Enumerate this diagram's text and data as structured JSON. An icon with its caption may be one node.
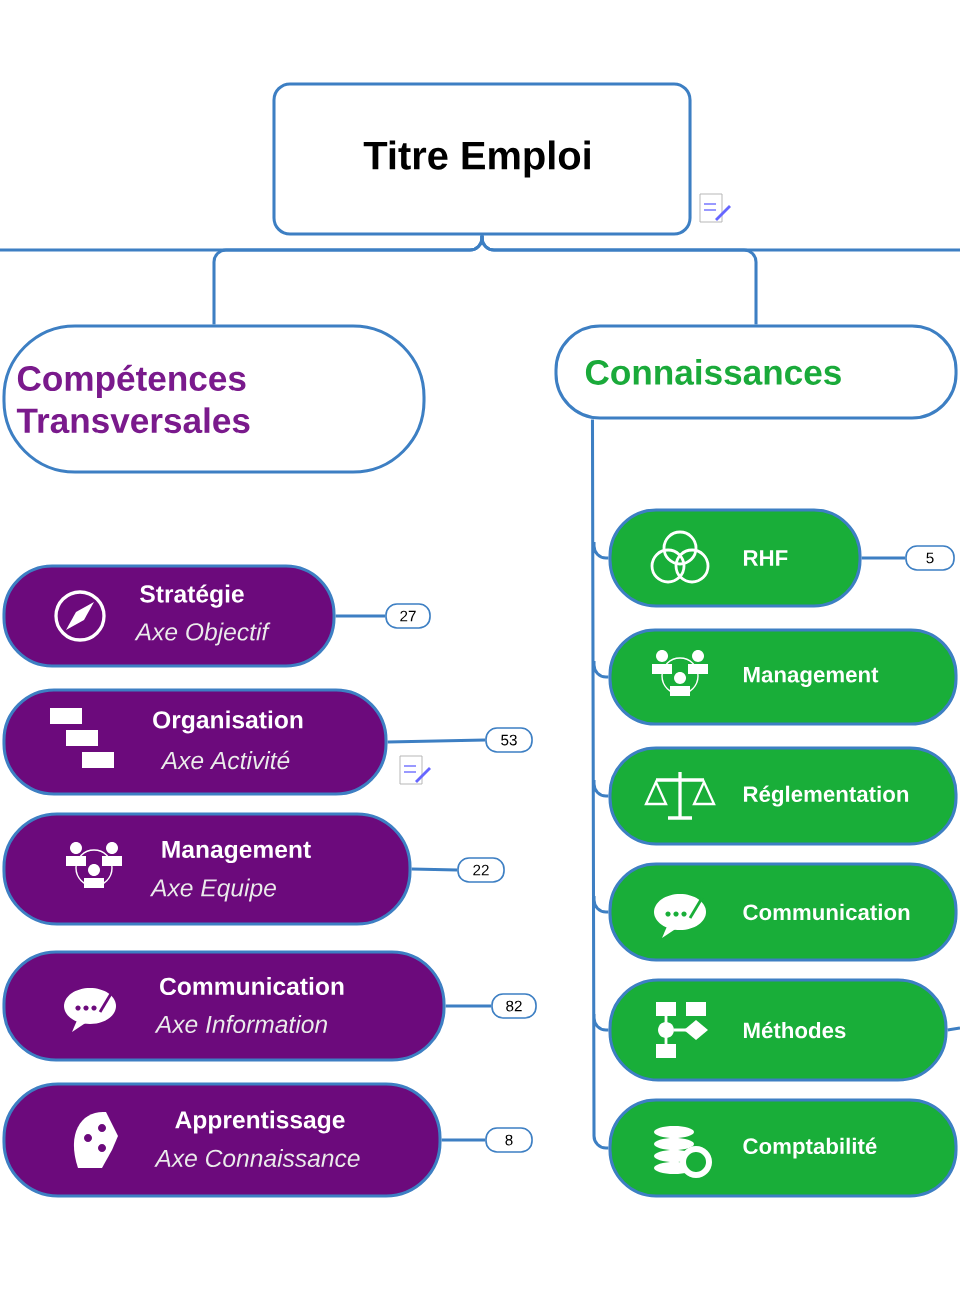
{
  "diagram": {
    "nodes": [
      {
        "text": [
          "Titre Emploi"
        ]
      },
      {
        "text": [
          "Compétences Transversales"
        ]
      },
      {
        "text": [
          "Connaissances"
        ]
      },
      {
        "text": [
          "Stratégie",
          "Axe Objectif"
        ]
      },
      {
        "text": [
          "Organisation",
          "Axe Activité"
        ]
      },
      {
        "text": [
          "Management",
          "Axe Equipe"
        ]
      },
      {
        "text": [
          "Communication",
          "Axe Information"
        ]
      },
      {
        "text": [
          "Apprentissage",
          "Axe Connaissance"
        ]
      },
      {
        "text": [
          "27"
        ]
      },
      {
        "text": [
          "53"
        ]
      },
      {
        "text": [
          "22"
        ]
      },
      {
        "text": [
          "82"
        ]
      },
      {
        "text": [
          "8"
        ]
      },
      {
        "text": [
          "RHF"
        ]
      },
      {
        "text": [
          "Management"
        ]
      },
      {
        "text": [
          "Réglementation"
        ]
      },
      {
        "text": [
          "Communication"
        ]
      },
      {
        "text": [
          "Méthodes"
        ]
      },
      {
        "text": [
          "Comptabilité"
        ]
      },
      {
        "text": [
          "5"
        ]
      }
    ],
    "edges": [
      {
        "from": 0,
        "to": 1,
        "arrow": "none"
      },
      {
        "from": 0,
        "to": 2,
        "arrow": "none"
      },
      {
        "from": 0,
        "to": null,
        "arrow": "none"
      },
      {
        "from": 0,
        "to": null,
        "arrow": "none"
      },
      {
        "from": 3,
        "to": 8,
        "arrow": "none"
      },
      {
        "from": 4,
        "to": 9,
        "arrow": "none"
      },
      {
        "from": 5,
        "to": 10,
        "arrow": "none"
      },
      {
        "from": 6,
        "to": 11,
        "arrow": "none"
      },
      {
        "from": 7,
        "to": 12,
        "arrow": "none"
      },
      {
        "from": 2,
        "to": 13,
        "arrow": "none"
      },
      {
        "from": 2,
        "to": 14,
        "arrow": "none"
      },
      {
        "from": 2,
        "to": 15,
        "arrow": "none"
      },
      {
        "from": 2,
        "to": 16,
        "arrow": "none"
      },
      {
        "from": 2,
        "to": 17,
        "arrow": "none"
      },
      {
        "from": 2,
        "to": 18,
        "arrow": "none"
      },
      {
        "from": 13,
        "to": 19,
        "arrow": "none"
      },
      {
        "from": 17,
        "to": null,
        "arrow": "none"
      }
    ]
  }
}
